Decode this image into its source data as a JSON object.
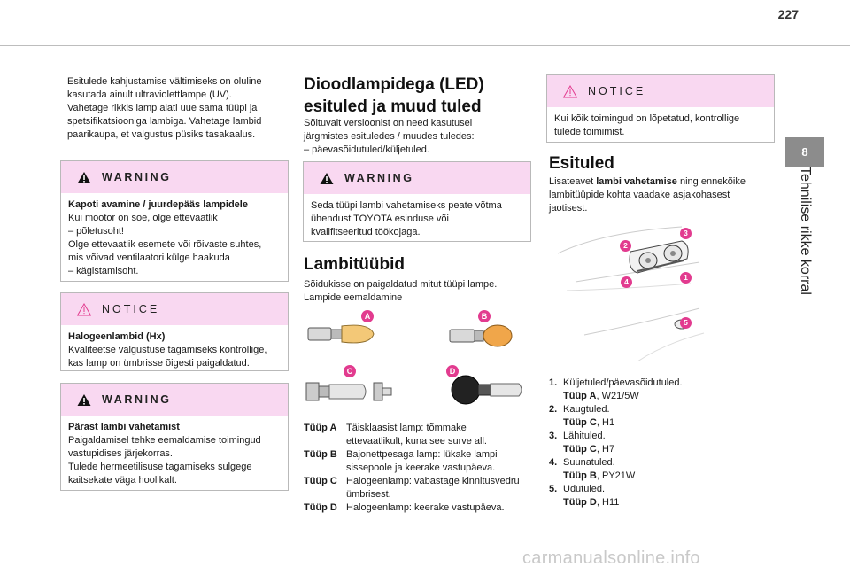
{
  "page_number": "227",
  "side_tab": {
    "number": "8",
    "title": "Tehnilise rikke korral"
  },
  "col1": {
    "intro": [
      "Esitulede kahjustamise vältimiseks on oluline",
      "kasutada ainult ultraviolettlampe (UV).",
      "Vahetage rikkis lamp alati uue sama tüüpi ja",
      "spetsifikatsiooniga lambiga. Vahetage lambid",
      "paarikaupa, et valgustus püsiks tasakaalus."
    ],
    "warning1": {
      "heading": "WARNING",
      "title": "Kapoti avamine / juurdepääs lampidele",
      "lines": [
        "Kui mootor on soe, olge ettevaatlik",
        "– põletusoht!",
        "Olge ettevaatlik esemete või rõivaste suhtes,",
        "mis võivad ventilaatori külge haakuda",
        "– kägistamisoht."
      ]
    },
    "notice1": {
      "heading": "NOTICE",
      "title": "Halogeenlambid (Hx)",
      "lines": [
        "Kvaliteetse valgustuse tagamiseks kontrollige,",
        "kas lamp on ümbrisse õigesti paigaldatud."
      ]
    },
    "warning2": {
      "heading": "WARNING",
      "title": "Pärast lambi vahetamist",
      "lines": [
        "Paigaldamisel tehke eemaldamise toimingud",
        "vastupidises järjekorras.",
        "Tulede hermeetilisuse tagamiseks sulgege",
        "kaitsekate väga hoolikalt."
      ]
    }
  },
  "col2": {
    "title_lines": [
      "Dioodlampidega (LED)",
      "esituled ja muud tuled"
    ],
    "intro": [
      "Sõltuvalt versioonist on need kasutusel",
      "järgmistes esituledes / muudes tuledes:",
      "–  päevasõidutuled/küljetuled."
    ],
    "warning": {
      "heading": "WARNING",
      "lines": [
        "Seda tüüpi lambi vahetamiseks peate võtma",
        "ühendust TOYOTA esinduse või",
        "kvalifitseeritud töökojaga."
      ]
    },
    "title2": "Lambitüübid",
    "intro2": [
      "Sõidukisse on paigaldatud mitut tüüpi lampe.",
      "Lampide eemaldamine"
    ],
    "bulb_labels": [
      "A",
      "B",
      "C",
      "D"
    ],
    "types": [
      {
        "key": "Tüüp A",
        "lines": [
          "Täisklaasist lamp: tõmmake",
          "ettevaatlikult, kuna see surve all."
        ]
      },
      {
        "key": "Tüüp B",
        "lines": [
          "Bajonettpesaga lamp: lükake lampi",
          "sissepoole ja keerake vastupäeva."
        ]
      },
      {
        "key": "Tüüp C",
        "lines": [
          "Halogeenlamp: vabastage kinnitusvedru",
          "ümbrisest."
        ]
      },
      {
        "key": "Tüüp D",
        "lines": [
          "Halogeenlamp: keerake vastupäeva."
        ]
      }
    ]
  },
  "col3": {
    "notice": {
      "heading": "NOTICE",
      "lines": [
        "Kui kõik toimingud on lõpetatud, kontrollige",
        "tulede toimimist."
      ]
    },
    "title": "Esituled",
    "intro_prefix": "Lisateavet ",
    "intro_bold": "lambi vahetamise",
    "intro_suffix": " ning ennekõike",
    "intro_lines": [
      "lambitüüpide kohta vaadake asjakohasest",
      "jaotisest."
    ],
    "pins": [
      "1",
      "2",
      "3",
      "4",
      "5"
    ],
    "items": [
      {
        "n": "1.",
        "name": "Küljetuled/päevasõidutuled.",
        "type": "Tüüp A",
        "spec": ", W21/5W"
      },
      {
        "n": "2.",
        "name": "Kaugtuled.",
        "type": "Tüüp C",
        "spec": ", H1"
      },
      {
        "n": "3.",
        "name": "Lähituled.",
        "type": "Tüüp C",
        "spec": ", H7"
      },
      {
        "n": "4.",
        "name": "Suunatuled.",
        "type": "Tüüp B",
        "spec": ", PY21W"
      },
      {
        "n": "5.",
        "name": "Udutuled.",
        "type": "Tüüp D",
        "spec": ", H11"
      }
    ]
  },
  "watermark": "carmanualsonline.info",
  "colors": {
    "box_header": "#f9d8f1",
    "accent": "#e23b8f",
    "tab": "#8c8c8c"
  }
}
